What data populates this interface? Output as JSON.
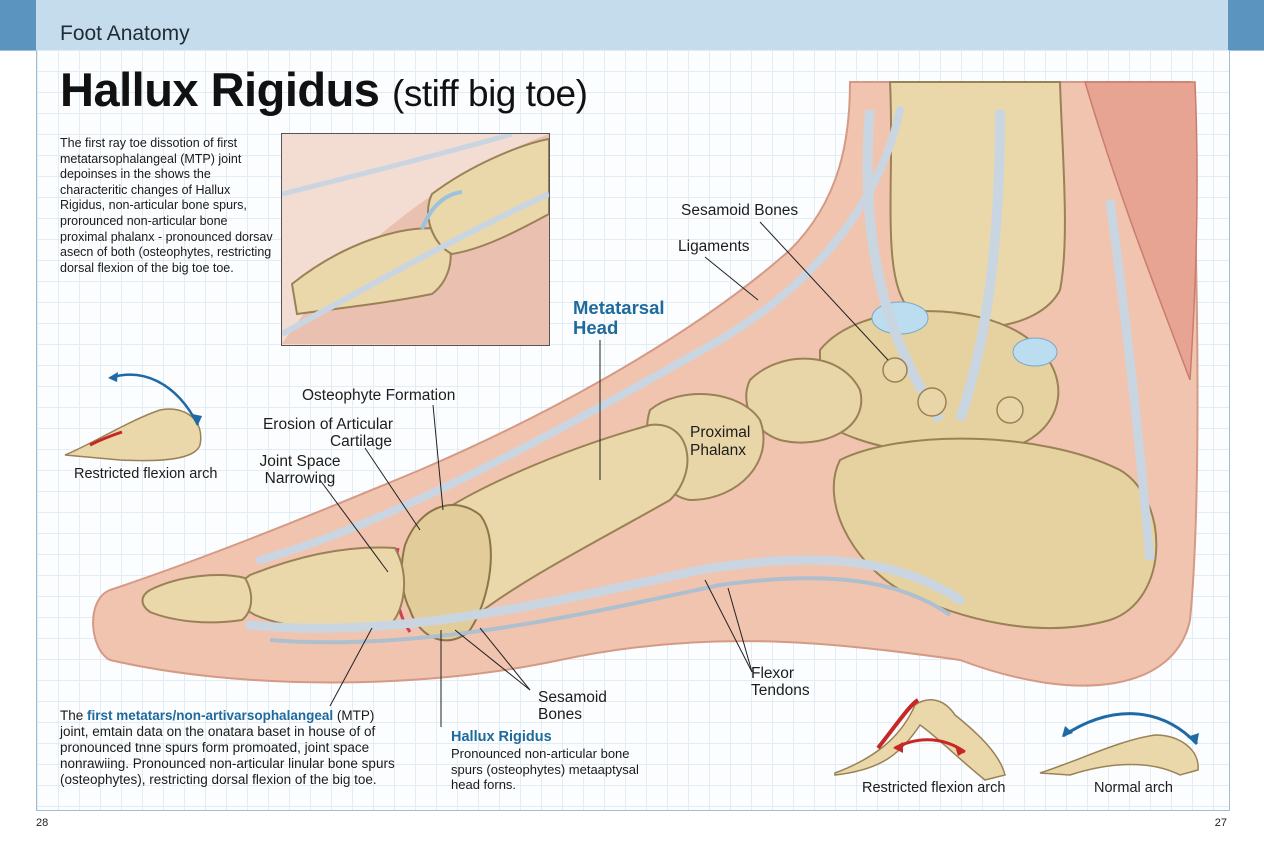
{
  "header": {
    "section": "Foot Anatomy"
  },
  "title": {
    "main": "Hallux Rigidus",
    "sub": "(stiff big toe)"
  },
  "intro_text": "The first ray toe dissotion of first metatarsophalangeal (MTP) joint depoinses in the shows the characteritic changes of Hallux Rigidus, non-articular bone spurs, prorounced non-articular bone proximal phalanx - pronounced dorsav asecn of both (osteophytes, restricting dorsal flexion of the big toe toe.",
  "labels": {
    "sesamoid_top": "Sesamoid Bones",
    "ligaments": "Ligaments",
    "metatarsal_head_1": "Metatarsal",
    "metatarsal_head_2": "Head",
    "proximal_phalanx_1": "Proximal",
    "proximal_phalanx_2": "Phalanx",
    "osteophyte": "Osteophyte Formation",
    "erosion_1": "Erosion of Articular",
    "erosion_2": "Cartilage",
    "joint_space_1": "Joint Space",
    "joint_space_2": "Narrowing",
    "flexor_1": "Flexor",
    "flexor_2": "Tendons",
    "sesamoid_bottom_1": "Sesamoid",
    "sesamoid_bottom_2": "Bones"
  },
  "captions": {
    "left_mini": "Restricted flexion arch",
    "bottom_restricted": "Restricted flexion arch",
    "bottom_normal": "Normal arch"
  },
  "bottom_text": {
    "prefix": "The ",
    "highlight": "first metatars/non-artivarsophalangeal",
    "rest": " (MTP) joint, emtain data on the onatara baset in house of of pronounced tnne spurs form promoated, joint space nonrawiing. Pronounced non-articular linular bone spurs (osteophytes), restricting dorsal flexion of the big toe."
  },
  "hallux_box": {
    "title": "Hallux Rigidus",
    "body": "Pronounced non-articular bone spurs (osteophytes) metaaptysal head forns."
  },
  "page_numbers": {
    "left": "28",
    "right": "27"
  },
  "colors": {
    "accent_blue": "#1f6a9c",
    "header_band": "#c5dced",
    "tab": "#5a94bf",
    "bone": "#e8d6a8",
    "skin": "#f1c4b0",
    "ligament": "#c9d6e2",
    "arrow_red": "#c62828",
    "arrow_blue": "#1f6aa5"
  }
}
